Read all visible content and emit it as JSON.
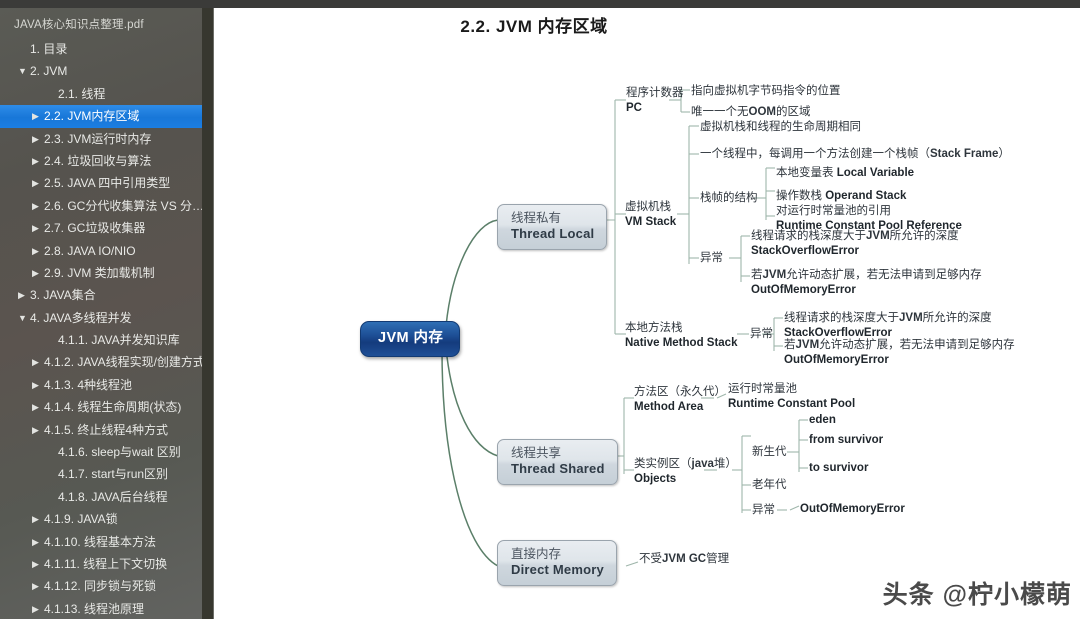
{
  "window": {
    "topbar_color": "#3b3b39"
  },
  "sidebar": {
    "doc_name": "JAVA核心知识点整理.pdf",
    "items": [
      {
        "label": "1. 目录",
        "level": 1,
        "caret": "none",
        "selected": false
      },
      {
        "label": "2. JVM",
        "level": 1,
        "caret": "expanded",
        "selected": false
      },
      {
        "label": "2.1. 线程",
        "level": 3,
        "caret": "none",
        "selected": false
      },
      {
        "label": "2.2. JVM内存区域",
        "level": 2,
        "caret": "collapsed",
        "selected": true
      },
      {
        "label": "2.3. JVM运行时内存",
        "level": 2,
        "caret": "collapsed",
        "selected": false
      },
      {
        "label": "2.4. 垃圾回收与算法",
        "level": 2,
        "caret": "collapsed",
        "selected": false
      },
      {
        "label": "2.5. JAVA 四中引用类型",
        "level": 2,
        "caret": "collapsed",
        "selected": false
      },
      {
        "label": "2.6. GC分代收集算法  VS 分…",
        "level": 2,
        "caret": "collapsed",
        "selected": false
      },
      {
        "label": "2.7. GC垃圾收集器",
        "level": 2,
        "caret": "collapsed",
        "selected": false
      },
      {
        "label": "2.8.  JAVA IO/NIO",
        "level": 2,
        "caret": "collapsed",
        "selected": false
      },
      {
        "label": "2.9. JVM 类加载机制",
        "level": 2,
        "caret": "collapsed",
        "selected": false
      },
      {
        "label": "3. JAVA集合",
        "level": 1,
        "caret": "collapsed",
        "selected": false
      },
      {
        "label": "4. JAVA多线程并发",
        "level": 1,
        "caret": "expanded",
        "selected": false
      },
      {
        "label": "4.1.1. JAVA并发知识库",
        "level": 3,
        "caret": "none",
        "selected": false
      },
      {
        "label": "4.1.2. JAVA线程实现/创建方式",
        "level": 2,
        "caret": "collapsed",
        "selected": false
      },
      {
        "label": "4.1.3. 4种线程池",
        "level": 2,
        "caret": "collapsed",
        "selected": false
      },
      {
        "label": "4.1.4. 线程生命周期(状态)",
        "level": 2,
        "caret": "collapsed",
        "selected": false
      },
      {
        "label": "4.1.5. 终止线程4种方式",
        "level": 2,
        "caret": "collapsed",
        "selected": false
      },
      {
        "label": "4.1.6. sleep与wait 区别",
        "level": 3,
        "caret": "none",
        "selected": false
      },
      {
        "label": "4.1.7. start与run区别",
        "level": 3,
        "caret": "none",
        "selected": false
      },
      {
        "label": "4.1.8. JAVA后台线程",
        "level": 3,
        "caret": "none",
        "selected": false
      },
      {
        "label": "4.1.9. JAVA锁",
        "level": 2,
        "caret": "collapsed",
        "selected": false
      },
      {
        "label": "4.1.10. 线程基本方法",
        "level": 2,
        "caret": "collapsed",
        "selected": false
      },
      {
        "label": "4.1.11. 线程上下文切换",
        "level": 2,
        "caret": "collapsed",
        "selected": false
      },
      {
        "label": "4.1.12. 同步锁与死锁",
        "level": 2,
        "caret": "collapsed",
        "selected": false
      },
      {
        "label": "4.1.13. 线程池原理",
        "level": 2,
        "caret": "collapsed",
        "selected": false
      }
    ],
    "caret_glyphs": {
      "expanded": "▼",
      "collapsed": "▶",
      "none": ""
    }
  },
  "page": {
    "title": "2.2. JVM 内存区域",
    "watermark": "头条 @柠小檬萌"
  },
  "mindmap": {
    "root": {
      "cn": "",
      "en": "JVM 内存"
    },
    "branches": [
      {
        "cn": "线程私有",
        "en": "Thread Local"
      },
      {
        "cn": "线程共享",
        "en": "Thread Shared"
      },
      {
        "cn": "直接内存",
        "en": "Direct Memory"
      }
    ],
    "labels": {
      "pc_cn": "程序计数器",
      "pc_en": "PC",
      "pc_note1": "指向虚拟机字节码指令的位置",
      "pc_note2_a": "唯一一个无",
      "pc_note2_b": "OOM",
      "pc_note2_c": "的区域",
      "vmstack_cn": "虚拟机栈",
      "vmstack_en": "VM Stack",
      "vm_note1": "虚拟机栈和线程的生命周期相同",
      "vm_note2_a": "一个线程中，每调用一个方法创建一个栈帧（",
      "vm_note2_b": "Stack Frame",
      "vm_note2_c": "）",
      "frame_struct": "栈帧的结构",
      "frame_local_cn": "本地变量表 ",
      "frame_local_en": "Local Variable",
      "frame_operand_cn": "操作数栈 ",
      "frame_operand_en": "Operand Stack",
      "frame_rcp_cn": "对运行时常量池的引用",
      "frame_rcp_en": "Runtime Constant Pool Reference",
      "exception": "异常",
      "exc_depth_a": "线程请求的栈深度大于",
      "exc_depth_b": "JVM",
      "exc_depth_c": "所允许的深度",
      "exc_soe": "StackOverflowError",
      "exc_dyn_a": "若",
      "exc_dyn_b": "JVM",
      "exc_dyn_c": "允许动态扩展，若无法申请到足够内存",
      "exc_oome": "OutOfMemoryError",
      "native_cn": "本地方法栈",
      "native_en": "Native Method Stack",
      "method_area_cn": "方法区（永久代）",
      "method_area_en": "Method Area",
      "rcp_cn": "运行时常量池",
      "rcp_en": "Runtime Constant Pool",
      "objects_cn_a": "类实例区（",
      "objects_cn_b": "java",
      "objects_cn_c": "堆）",
      "objects_en": "Objects",
      "young_gen": "新生代",
      "eden": "eden",
      "from_survivor": "from survivor",
      "to_survivor": "to survivor",
      "old_gen": "老年代",
      "heap_oome": "OutOfMemoryError",
      "direct_note_a": "不受",
      "direct_note_b": "JVM GC",
      "direct_note_c": "管理"
    }
  }
}
